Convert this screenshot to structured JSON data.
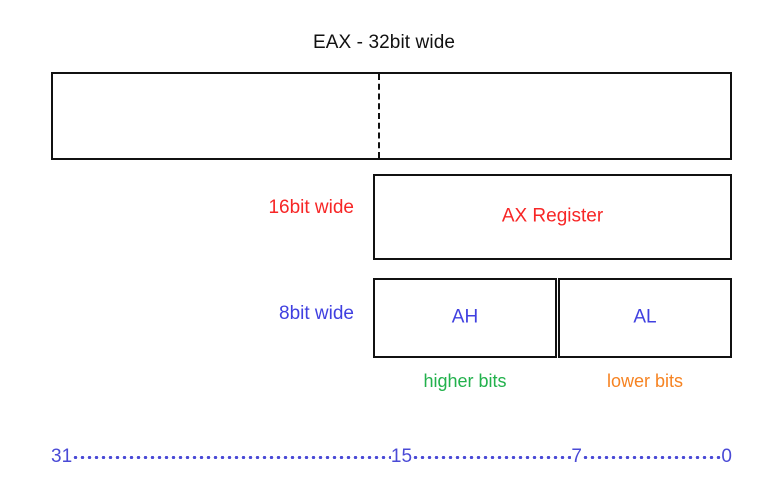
{
  "diagram": {
    "title": "EAX - 32bit wide",
    "registers": {
      "eax": {
        "name": "EAX",
        "label": "",
        "width_bits": 32,
        "has_dashed_divider": true
      },
      "ax": {
        "name": "AX",
        "label": "AX Register",
        "width_bits": 16,
        "color": "#f72626"
      },
      "ah": {
        "name": "AH",
        "label": "AH",
        "width_bits": 8,
        "color": "#4040e0"
      },
      "al": {
        "name": "AL",
        "label": "AL",
        "width_bits": 8,
        "color": "#4040e0"
      }
    },
    "side_labels": {
      "sixteen_bit": "16bit wide",
      "eight_bit": "8bit wide"
    },
    "bit_captions": {
      "higher": "higher bits",
      "lower": "lower bits"
    },
    "bit_ruler": {
      "ticks": [
        "31",
        "15",
        "7",
        "0"
      ],
      "color": "#4a4ad6"
    },
    "colors": {
      "outline": "#111111",
      "title": "#111111",
      "red": "#f72626",
      "blue": "#4040e0",
      "green": "#22b14c",
      "orange": "#f68322",
      "ruler_blue": "#4a4ad6",
      "background": "#ffffff"
    }
  }
}
